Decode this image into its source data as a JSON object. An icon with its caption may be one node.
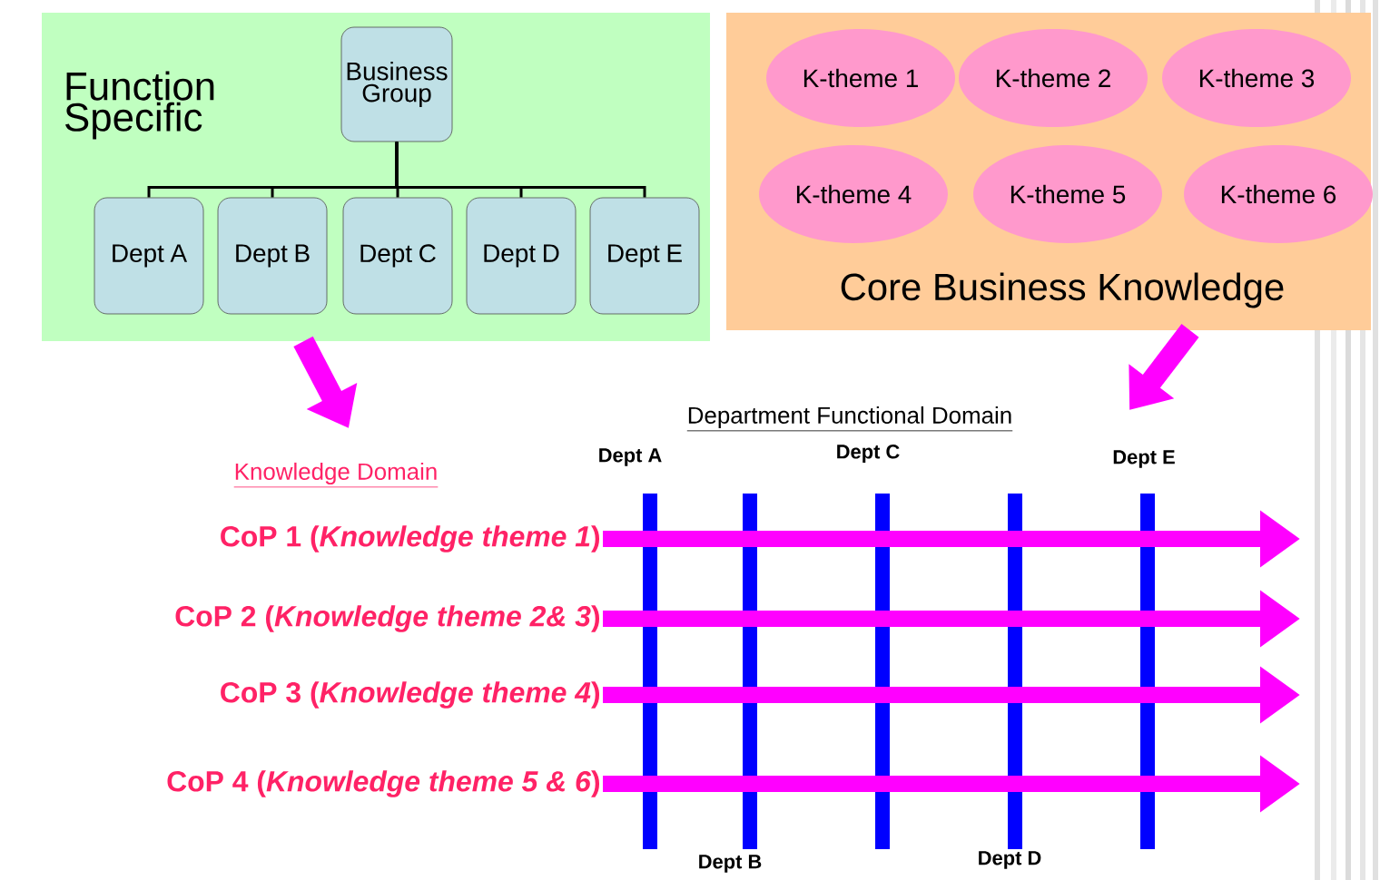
{
  "diagram": {
    "nodes": [
      {
        "text": [
          "Function Specific"
        ]
      },
      {
        "text": [
          "Business Group"
        ],
        "in": 0
      },
      {
        "text": [
          "Dept A"
        ],
        "in": 0
      },
      {
        "text": [
          "Dept B"
        ],
        "in": 0
      },
      {
        "text": [
          "Dept C"
        ],
        "in": 0
      },
      {
        "text": [
          "Dept D"
        ],
        "in": 0
      },
      {
        "text": [
          "Dept E"
        ],
        "in": 0
      },
      {
        "text": [
          "Core Business Knowledge"
        ]
      },
      {
        "text": [
          "K-theme 1"
        ],
        "in": 7
      },
      {
        "text": [
          "K-theme 2"
        ],
        "in": 7
      },
      {
        "text": [
          "K-theme 3"
        ],
        "in": 7
      },
      {
        "text": [
          "K-theme 4"
        ],
        "in": 7
      },
      {
        "text": [
          "K-theme 5"
        ],
        "in": 7
      },
      {
        "text": [
          "K-theme 6"
        ],
        "in": 7
      },
      {
        "text": [
          "CoP 1 (*Knowledge theme 1*)"
        ]
      },
      {
        "text": [
          "CoP 2 (*Knowledge theme 2& 3*)"
        ]
      },
      {
        "text": [
          "CoP 3 (*Knowledge theme 4*)"
        ]
      },
      {
        "text": [
          "CoP 4 (*Knowledge theme 5 & 6*)"
        ]
      }
    ],
    "edges": [
      {
        "from": 1,
        "to": 2,
        "arrow": "none",
        "color": "#000000"
      },
      {
        "from": 1,
        "to": 3,
        "arrow": "none",
        "color": "#000000"
      },
      {
        "from": 1,
        "to": 4,
        "arrow": "none",
        "color": "#000000"
      },
      {
        "from": 1,
        "to": 5,
        "arrow": "none",
        "color": "#000000"
      },
      {
        "from": 1,
        "to": 6,
        "arrow": "none",
        "color": "#000000"
      },
      {
        "from": 0,
        "to": null,
        "arrow": "to",
        "color": "#ff00ff"
      },
      {
        "from": 7,
        "to": null,
        "arrow": "to",
        "color": "#ff00ff"
      },
      {
        "from": 14,
        "to": null,
        "arrow": "to",
        "color": "#ff00ff"
      },
      {
        "from": 15,
        "to": null,
        "arrow": "to",
        "color": "#ff00ff"
      },
      {
        "from": 16,
        "to": null,
        "arrow": "to",
        "color": "#ff00ff"
      },
      {
        "from": 17,
        "to": null,
        "arrow": "to",
        "color": "#ff00ff"
      }
    ],
    "labels": [
      "Department Functional Domain",
      "Dept A",
      "Dept C",
      "Dept E",
      "Knowledge Domain",
      "Dept B",
      "Dept D"
    ]
  }
}
